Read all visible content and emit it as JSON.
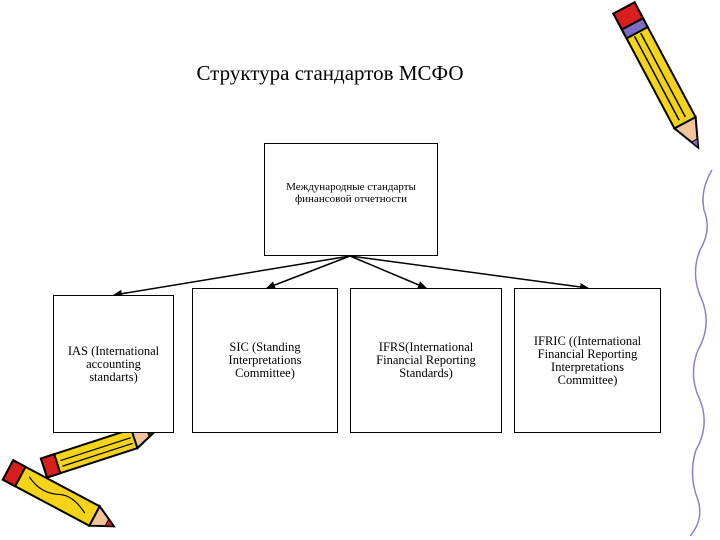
{
  "title": "Структура стандартов МСФО",
  "root": {
    "label": "Международные стандарты финансовой отчетности"
  },
  "children": [
    {
      "id": "ias",
      "label": "IAS (International accounting standarts)"
    },
    {
      "id": "sic",
      "label": "SIC (Standing Interpretations Committee)"
    },
    {
      "id": "ifrs",
      "label": "IFRS(International Financial Reporting Standards)"
    },
    {
      "id": "ifric",
      "label": "IFRIC ((International Financial Reporting Interpretations Committee)"
    }
  ],
  "colors": {
    "line": "#000000",
    "pencil_body": "#f5d417",
    "pencil_tip": "#d81e1e",
    "pencil_band": "#7a6cc4",
    "pencil_wood": "#f2c49a"
  },
  "icons": [
    "pencil-icon",
    "pencil-icon",
    "pencil-icon"
  ]
}
